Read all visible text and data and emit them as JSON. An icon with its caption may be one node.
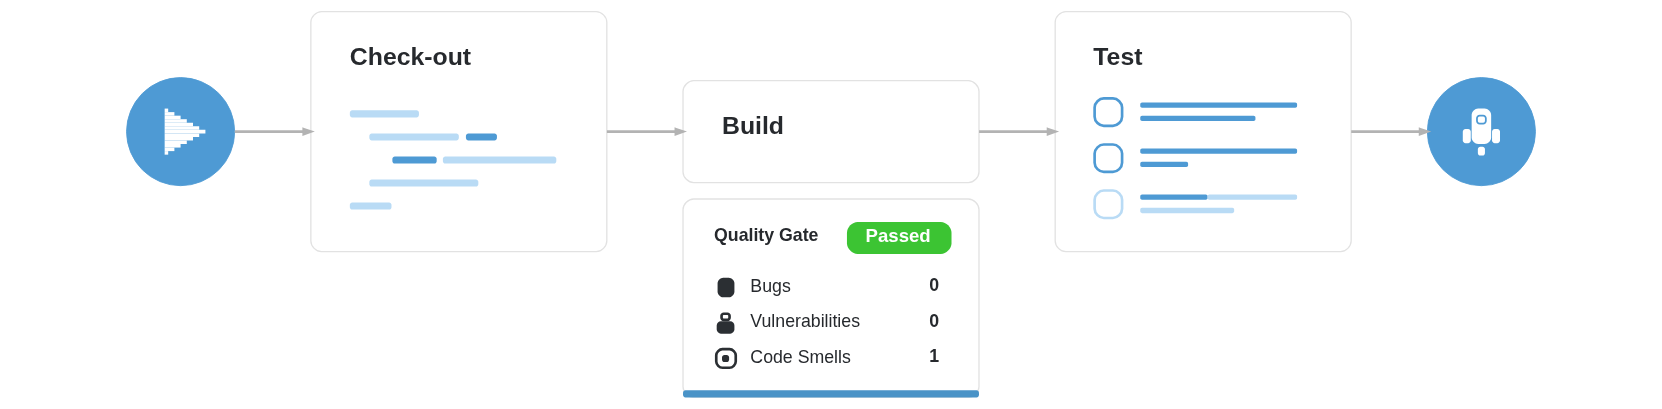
{
  "diagram": {
    "nodes": [
      {
        "text": [],
        "shape": "circle"
      },
      {
        "text": [
          "Check-out"
        ]
      },
      {
        "text": [
          "Build"
        ]
      },
      {
        "text": [
          "Quality Gate",
          "Passed",
          "Bugs",
          "0",
          "Vulnerabilities",
          "0",
          "Code Smells",
          "1"
        ]
      },
      {
        "text": [
          "Test"
        ]
      },
      {
        "text": [],
        "shape": "circle"
      }
    ],
    "edges": [
      {
        "from": 0,
        "to": 1,
        "arrow": "to"
      },
      {
        "from": 1,
        "to": 2,
        "arrow": "to"
      },
      {
        "from": 2,
        "to": 4,
        "arrow": "to"
      },
      {
        "from": 4,
        "to": 5,
        "arrow": "to"
      }
    ]
  }
}
